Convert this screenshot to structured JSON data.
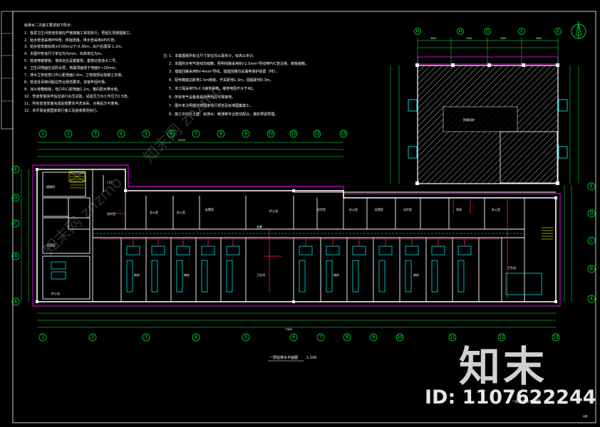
{
  "notes_left": {
    "heading": "给排水二次施工要求如下所示：",
    "lines": [
      "1．各层卫生间管道安装应严格按施工规范执行，预留孔洞按图施工。",
      "2．给水管道采用PPR管，热熔连接，排水管采用UPVC管。",
      "3．给水管安装标高±0.00m以下-0.30m，出户后埋深-1.2m。",
      "4．本图中管道尺寸单位均为mm，标高单位为m。",
      "5．管道穿越楼板、墙体处应设置套管，套管比管道大二号。",
      "6．卫生间地面应设防水层，地漏顶面低于地面5～10mm。",
      "7．排水立管检查口中心距地面1.0m，立管底部设混凝土支墩。",
      "8．管道支吊架间距应符合规范要求，安装牢固可靠。",
      "9．消火栓箱暗装，栓口中心距地面1.1m，箱内配水带水枪。",
      "10．管道安装完毕后应进行水压试验，试验压力为工作压力1.5倍。",
      "11．所有管道安装完成后按要求冲洗消毒，合格后方可使用。",
      "12．未尽事宜按国家现行施工及验收规范执行。"
    ]
  },
  "notes_right": {
    "heading": "注：",
    "lines": [
      "1．本套图纸所标注尺寸单位均以毫米计，标高以米计。",
      "2．本图所示电气管线均暗敷，照明线路采用BV-2.5mm²导线穿PVC管沿墙、楼板暗敷。",
      "3．插座回路采用BV-4mm²导线，插座回路均设漏电保护装置（PE）。",
      "4．配电箱底边距地1.5m暗装，开关距地1.3m，插座距地0.3m。",
      "5．本工程采用TN-C-S接地系统，接地电阻不大于4Ω。",
      "6．所有电气设备金属外壳均应可靠接地。",
      "7．图中未注明部分按国家现行规范及标准图集施工。",
      "8．施工中应与土建、给排水、暖通等专业密切配合，做好预留预埋。"
    ]
  },
  "title_block": {
    "caption": "一层给排水平面图",
    "scale": "1:100",
    "sheet": "水施"
  },
  "axes": {
    "top": [
      "1",
      "2",
      "3",
      "4",
      "5",
      "6",
      "7",
      "8",
      "9",
      "10",
      "11",
      "12",
      "13"
    ],
    "bottom": [
      "1",
      "2",
      "3",
      "4",
      "5",
      "6",
      "7",
      "8",
      "9",
      "10",
      "11",
      "12",
      "13"
    ],
    "left": [
      "E",
      "D",
      "C",
      "B",
      "A"
    ],
    "right": [
      "E",
      "D",
      "C",
      "B",
      "A"
    ],
    "annex_top": [
      "H",
      "H",
      "G",
      "F",
      "E"
    ]
  },
  "rooms": {
    "stair": "楼梯间",
    "door": "门厅",
    "duty": "值班室",
    "corridor": "走廊",
    "nurse": "护士站",
    "treat": "治疗室",
    "office": "办公室",
    "disposal": "处置室",
    "pump": "泵房",
    "annex": "附属用房",
    "toilet": "卫生间",
    "ward": "病房"
  },
  "watermark": {
    "logo": "知末",
    "id": "ID: 1107622244"
  },
  "colors": {
    "background": "#000000",
    "wall": "#ffffff",
    "dimension": "#00ff40",
    "axis": "#00ff40",
    "water_pipe": "#ff2050",
    "drain": "#00ffff",
    "boundary": "#ff00ff",
    "hatch": "#9a9a9a"
  }
}
